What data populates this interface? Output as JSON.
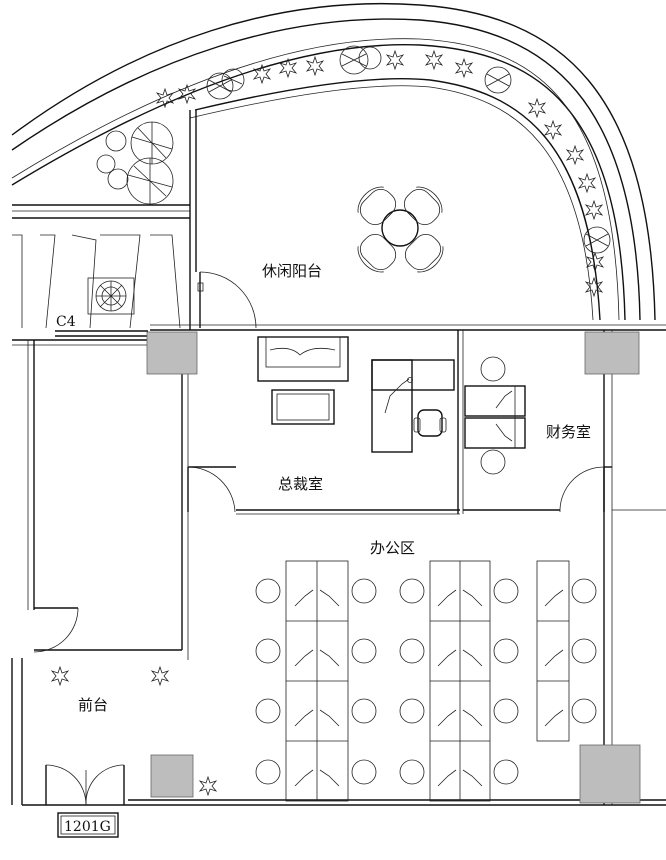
{
  "rooms": {
    "balcony": "休闲阳台",
    "ceo_office": "总裁室",
    "finance": "财务室",
    "office_area": "办公区",
    "reception": "前台"
  },
  "tags": {
    "window": "C4",
    "unit": "1201G"
  },
  "colors": {
    "line": "#111111",
    "column_fill": "#bdbdbd",
    "background": "#ffffff"
  }
}
